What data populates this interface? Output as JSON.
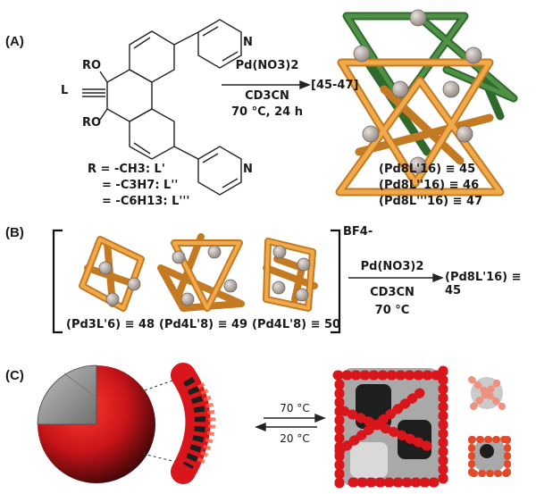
{
  "panel_a": {
    "label": "(A)",
    "ligand_l": "L",
    "ro_top": "RO",
    "ro_bottom": "RO",
    "n_top": "N",
    "n_bottom": "N",
    "r_defs": [
      "R = -CH3: L'",
      "= -C3H7: L''",
      "= -C6H13: L'''"
    ],
    "reagent": "Pd(NO3)2",
    "solvent": "CD3CN",
    "conditions": "70 °C, 24 h",
    "ref": "[45-47]",
    "products": [
      "(Pd8L'16) ≡ 45",
      "(Pd8L''16) ≡ 46",
      "(Pd8L'''16) ≡ 47"
    ]
  },
  "panel_b": {
    "label": "(B)",
    "counterion": "BF4-",
    "species": [
      "(Pd3L'6) ≡ 48",
      "(Pd4L'8) ≡ 49",
      "(Pd4L'8) ≡ 50"
    ],
    "reagent": "Pd(NO3)2",
    "solvent": "CD3CN",
    "temp": "70 °C",
    "product": "(Pd8L'16) ≡ 45"
  },
  "panel_c": {
    "label": "(C)",
    "temp_forward": "70 °C",
    "temp_reverse": "20 °C"
  },
  "colors": {
    "orange": "#e39a3a",
    "green": "#3f7d3a",
    "pd_node": "#b7aca6",
    "red": "#d8161b",
    "black": "#1e1e1e",
    "grey": "#a9a9a9"
  }
}
